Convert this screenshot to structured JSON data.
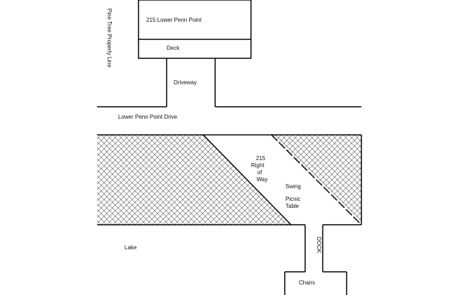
{
  "labels": {
    "house": "215 Lower Penn Point",
    "deck": "Deck",
    "driveway": "Driveway",
    "road": "Lower Penn Point Drive",
    "property_line": "Pine Tree Property Line",
    "right_of_way_1": "215",
    "right_of_way_2": "Right",
    "right_of_way_3": "of",
    "right_of_way_4": "Way",
    "swing": "Swing",
    "picnic_1": "Picnic",
    "picnic_2": "Table",
    "lake": "Lake",
    "dock": "DOCK",
    "chairs": "Chairs"
  },
  "colors": {
    "line": "#000000",
    "hatch": "#555555",
    "background": "#ffffff"
  }
}
